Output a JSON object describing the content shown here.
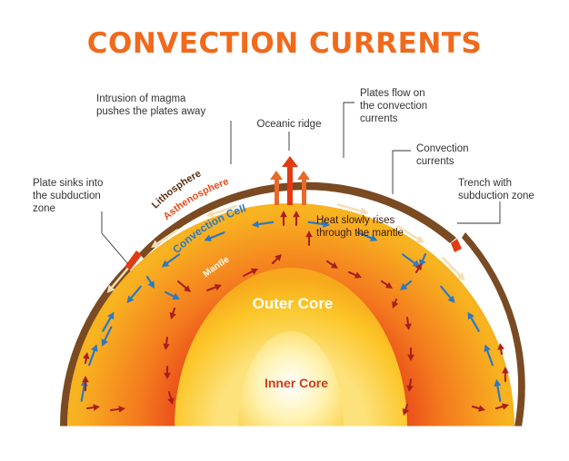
{
  "title": "CONVECTION CURRENTS",
  "annotations": {
    "magma": [
      "Intrusion of magma",
      "pushes the plates away"
    ],
    "ridge": "Oceanic ridge",
    "plates_flow": [
      "Plates flow on",
      "the convection",
      "currents"
    ],
    "convection_currents": [
      "Convection",
      "currents"
    ],
    "plate_sinks": [
      "Plate sinks into",
      "the subduction",
      "zone"
    ],
    "trench": [
      "Trench with",
      "subduction zone"
    ],
    "heat_rises": [
      "Heat slowly rises",
      "through the mantle"
    ]
  },
  "layers": {
    "lithosphere": "Lithosphere",
    "asthenosphere": "Asthenosphere",
    "convection_cell": "Convection Cell",
    "mantle": "Mantle",
    "outer_core": "Outer Core",
    "inner_core": "Inner Core"
  },
  "colors": {
    "title": "#f06a1c",
    "crust": "#7a4a22",
    "mantle_outer": "#f7b520",
    "mantle_inner": "#e8401a",
    "outer_core": "#fbbf20",
    "inner_core": "#fff6c8",
    "arrow_cool": "#2b79c2",
    "arrow_hot": "#a8201c",
    "arrow_plate": "#f3dfb4",
    "label_lithosphere": "#5a2f12",
    "label_asthenosphere": "#e84a1a",
    "label_convection": "#2b79c2",
    "label_mantle": "#ffffff",
    "core_label": "#ffffff",
    "inner_core_label": "#c8401a"
  }
}
